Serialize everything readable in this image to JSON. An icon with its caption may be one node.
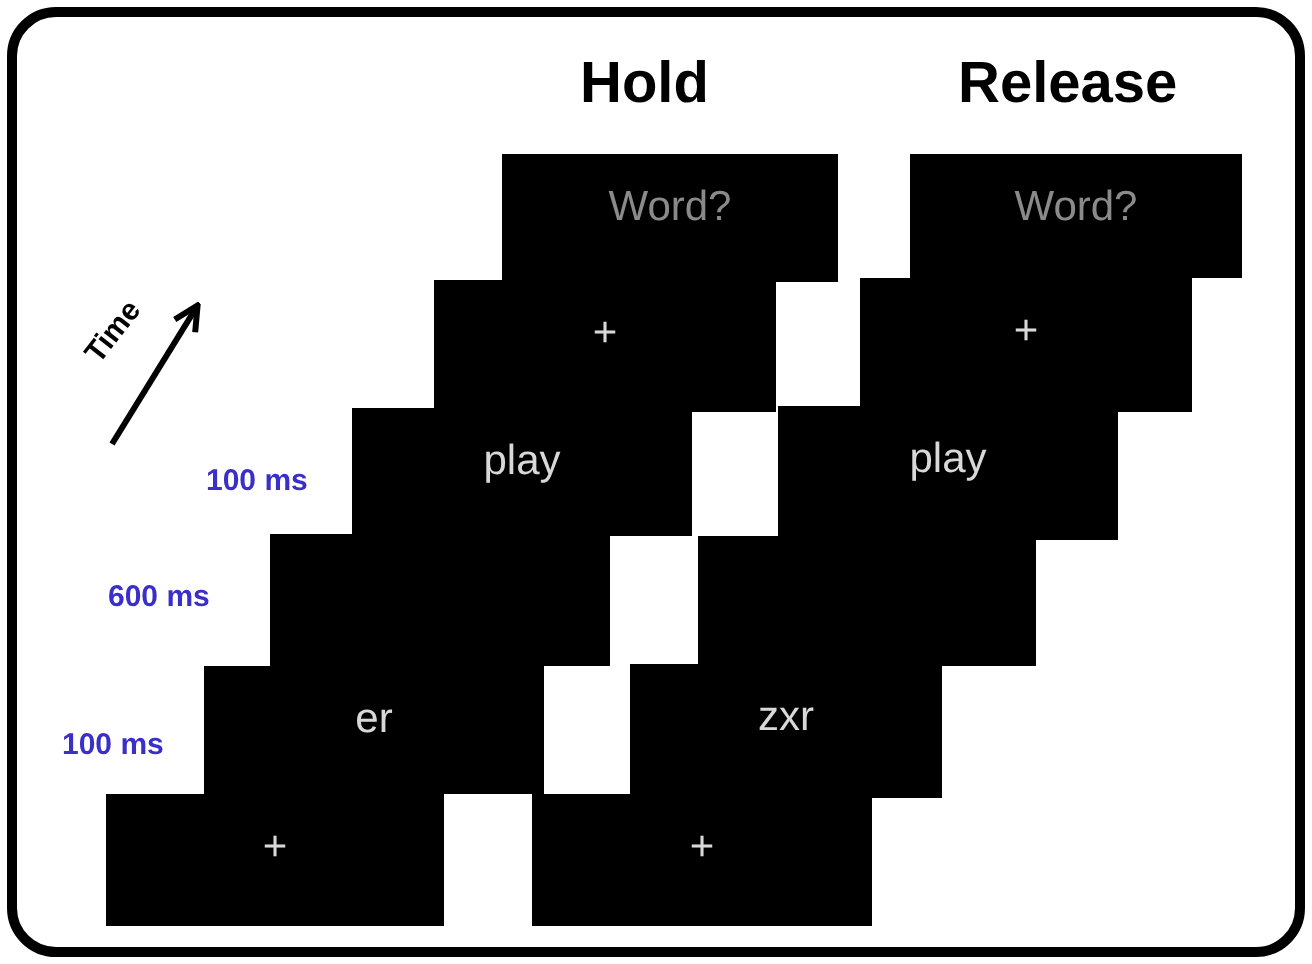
{
  "diagram": {
    "nodes": [
      {
        "text": [
          "Word?"
        ]
      },
      {
        "text": [
          "+"
        ]
      },
      {
        "text": [
          "play"
        ]
      },
      {
        "text": [],
        "shape": "box"
      },
      {
        "text": [
          "er"
        ]
      },
      {
        "text": [
          "+"
        ]
      },
      {
        "text": [
          "Word?"
        ]
      },
      {
        "text": [
          "+"
        ]
      },
      {
        "text": [
          "play"
        ]
      },
      {
        "text": [],
        "shape": "box"
      },
      {
        "text": [
          "zxr"
        ]
      },
      {
        "text": [
          "+"
        ]
      }
    ],
    "labels": [
      "Hold",
      "Release",
      "Time",
      "100 ms",
      "600 ms",
      "100 ms"
    ]
  }
}
